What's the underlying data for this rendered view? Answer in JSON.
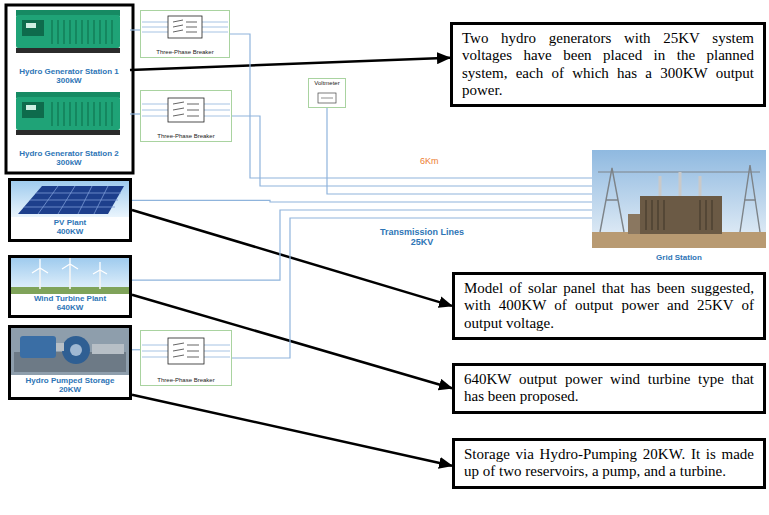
{
  "diagram": {
    "nodes": [
      {
        "text": [
          "Hydro Generator Station 1",
          "300kW"
        ]
      },
      {
        "text": [
          "Hydro Generator Station 2",
          "300kW"
        ]
      },
      {
        "text": [
          "Three-Phase Breaker"
        ]
      },
      {
        "text": [
          "Three-Phase Breaker"
        ]
      },
      {
        "text": [
          "Voltmeter"
        ]
      },
      {
        "text": [
          "Two hydro generators with 25KV system voltages have been placed in the planned system, each of which has a 300KW output power."
        ]
      },
      {
        "text": [
          "PV Plant",
          "400KW"
        ]
      },
      {
        "text": [
          "Grid Station"
        ]
      },
      {
        "text": [
          "Model of solar panel that has been suggested, with 400KW of output power and 25KV of output voltage."
        ]
      },
      {
        "text": [
          "Wind Turbine Plant",
          "640KW"
        ]
      },
      {
        "text": [
          "640KW output power wind turbine type that has been proposed."
        ]
      },
      {
        "text": [
          "Hydro Pumped Storage",
          "20KW"
        ]
      },
      {
        "text": [
          "Three-Phase Breaker"
        ]
      },
      {
        "text": [
          "Storage via Hydro-Pumping 20KW. It is made up of two reservoirs, a pump, and a turbine."
        ]
      }
    ],
    "edges": [
      {
        "from": 0,
        "to": 5,
        "arrow": "to"
      },
      {
        "from": 6,
        "to": 8,
        "arrow": "to"
      },
      {
        "from": 9,
        "to": 10,
        "arrow": "to"
      },
      {
        "from": 11,
        "to": 13,
        "arrow": "to"
      },
      {
        "from": 0,
        "to": 2,
        "arrow": "none"
      },
      {
        "from": 1,
        "to": 3,
        "arrow": "none"
      },
      {
        "from": 11,
        "to": 12,
        "arrow": "none"
      },
      {
        "from": 2,
        "to": 7,
        "arrow": "none"
      },
      {
        "from": 3,
        "to": 7,
        "arrow": "none"
      },
      {
        "from": 4,
        "to": 7,
        "arrow": "none"
      },
      {
        "from": 6,
        "to": 7,
        "arrow": "none"
      },
      {
        "from": 9,
        "to": 7,
        "arrow": "none"
      },
      {
        "from": 12,
        "to": 7,
        "arrow": "none"
      }
    ],
    "labels": [
      "6Km",
      "Transmission Lines 25KV"
    ]
  }
}
